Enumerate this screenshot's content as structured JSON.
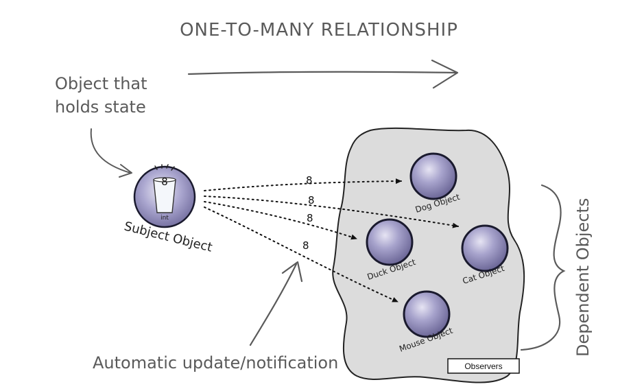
{
  "title": "ONE-TO-MANY RELATIONSHIP",
  "annotations": {
    "state_holder_line1": "Object that",
    "state_holder_line2": "holds state",
    "automatic_update": "Automatic update/notification",
    "dependent_objects": "Dependent Objects"
  },
  "subject": {
    "label": "Subject Object",
    "value": "8",
    "type_label": "int"
  },
  "dependents": [
    {
      "label": "Dog Object"
    },
    {
      "label": "Cat Object"
    },
    {
      "label": "Duck Object"
    },
    {
      "label": "Mouse Object"
    }
  ],
  "notifications": [
    {
      "value": "8",
      "target": "Dog Object"
    },
    {
      "value": "8",
      "target": "Cat Object"
    },
    {
      "value": "8",
      "target": "Duck Object"
    },
    {
      "value": "8",
      "target": "Mouse Object"
    }
  ],
  "observers_box_label": "Observers",
  "colors": {
    "blob_fill": "#dcdcdc",
    "sphere_fill": "#8d89b5",
    "sphere_outline": "#1a1a2e",
    "ink": "#555555"
  }
}
